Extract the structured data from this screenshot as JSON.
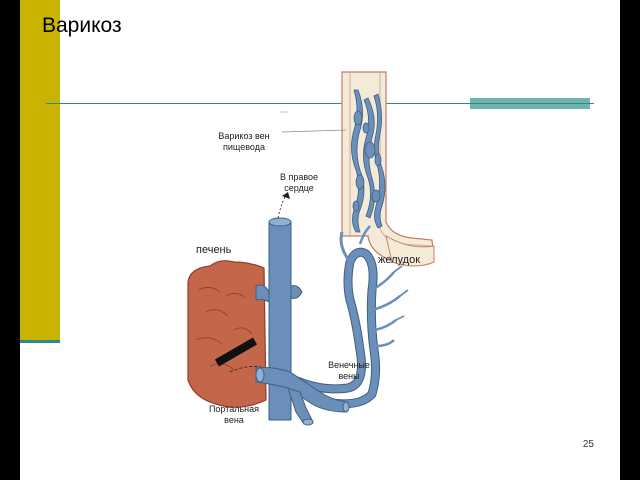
{
  "slide": {
    "title": "Варикоз",
    "page_number": "25",
    "accent_color": "#c8b400",
    "line_color": "#2a8a8a"
  },
  "diagram": {
    "labels": {
      "esophageal_varices_l1": "Варикоз вен",
      "esophageal_varices_l2": "пищевода",
      "to_right_heart_l1": "В правое",
      "to_right_heart_l2": "сердце",
      "liver": "печень",
      "stomach": "желудок",
      "coronary_veins_l1": "Венечные",
      "coronary_veins_l2": "вены",
      "portal_vein_l1": "Портальная",
      "portal_vein_l2": "вена"
    },
    "colors": {
      "vein": "#6a8fb8",
      "vein_dark": "#3f5f85",
      "liver": "#c4664a",
      "liver_dark": "#8e3d28",
      "esophagus": "#f3ead8"
    }
  }
}
